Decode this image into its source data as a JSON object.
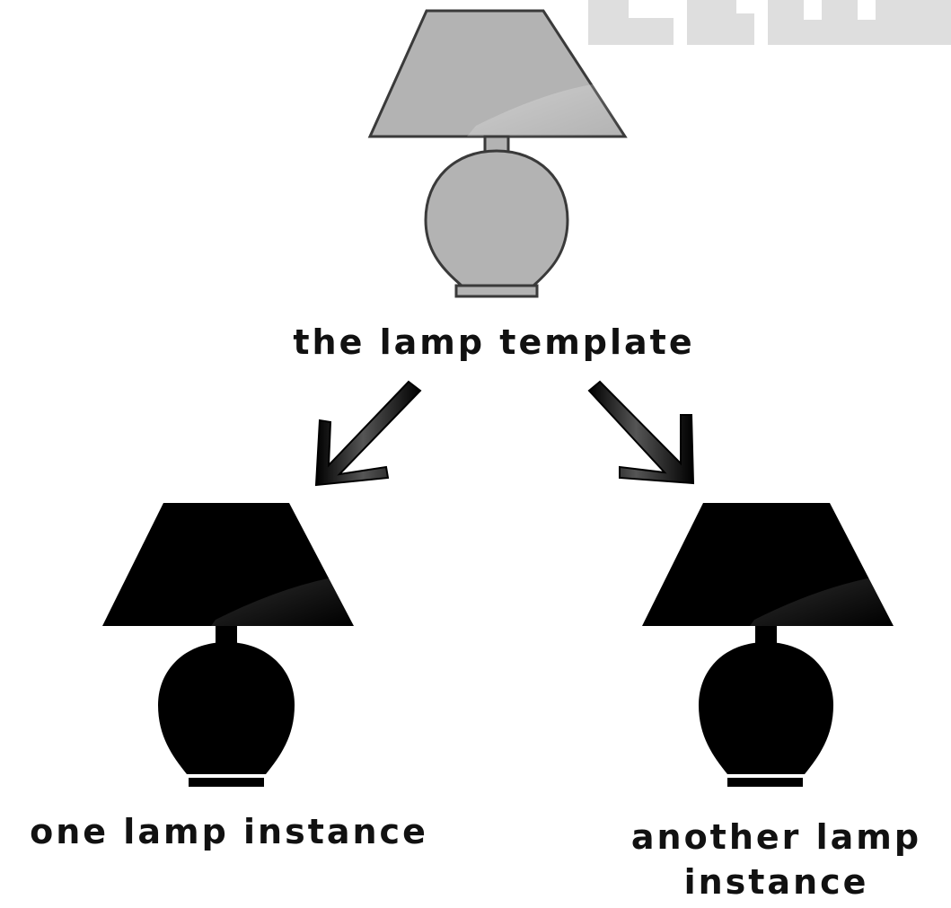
{
  "labels": {
    "template": "the lamp template",
    "instance_one": "one lamp instance",
    "instance_two": "another lamp instance"
  },
  "colors": {
    "template_fill": "#b3b3b3",
    "template_stroke": "#3a3a3a",
    "instance_fill": "#000000",
    "arrow": "#000000",
    "watermark": "#dedede",
    "text": "#111111"
  },
  "icons": {
    "template": "lamp-icon",
    "instances": "lamp-icon",
    "arrows": "arrow-icon"
  }
}
